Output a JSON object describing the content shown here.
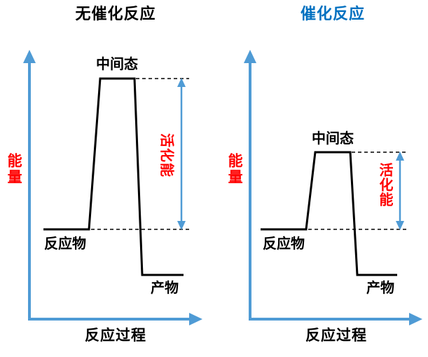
{
  "left_panel": {
    "title": "无催化反应",
    "y_axis_label": "能量",
    "x_axis_label": "反应过程",
    "labels": {
      "intermediate": "中间态",
      "reactant": "反应物",
      "product": "产物",
      "activation_energy": "活化能"
    }
  },
  "right_panel": {
    "title": "催化反应",
    "y_axis_label": "能量",
    "x_axis_label": "反应过程",
    "labels": {
      "intermediate": "中间态",
      "reactant": "反应物",
      "product": "产物",
      "activation_energy": "活化能"
    }
  },
  "colors": {
    "axis_blue": "#4f9bd5",
    "title_blue": "#0070c0",
    "label_red": "#ff0000",
    "curve_black": "#000000"
  }
}
